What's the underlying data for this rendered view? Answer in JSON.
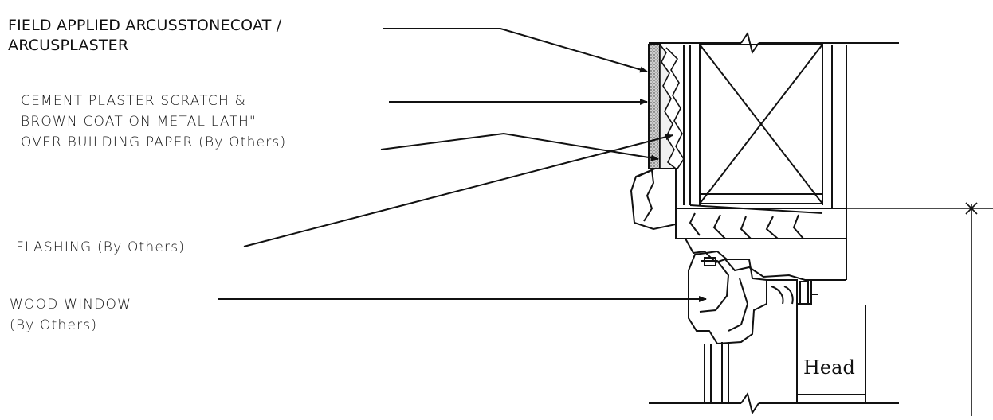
{
  "labels": {
    "field_applied_line1": "FIELD APPLIED ARCUSSTONECOAT /",
    "field_applied_line2": "ARCUSPLASTER",
    "cement_line1": "CEMENT PLASTER SCRATCH &",
    "cement_line2": "BROWN COAT ON METAL LATH\"",
    "cement_line3": "OVER BUILDING PAPER (By Others)",
    "flashing": "FLASHING (By Others)",
    "wood_window_line1": "WOOD WINDOW",
    "wood_window_line2": "(By Others)",
    "head": "Head"
  },
  "colors": {
    "ink": "#111111",
    "background": "#ffffff",
    "stipple": "#555555"
  }
}
